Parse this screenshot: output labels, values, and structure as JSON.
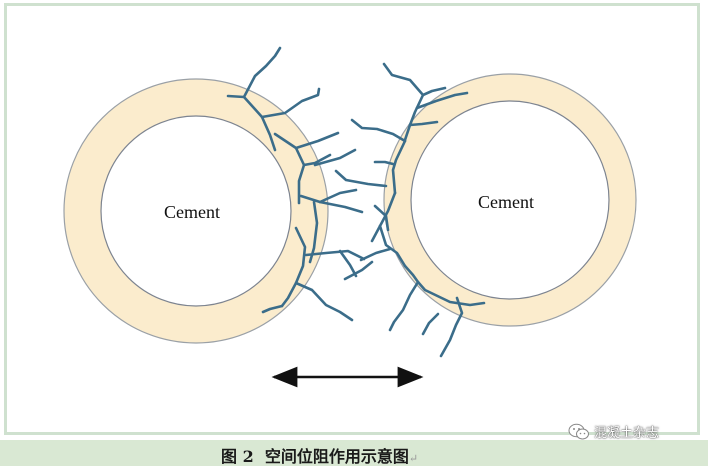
{
  "particles": [
    {
      "label": "Cement"
    },
    {
      "label": "Cement"
    }
  ],
  "colors": {
    "shell": "#fbeccd",
    "shell_edge": "#8a8f96",
    "core_edge": "#7d8490",
    "polymer": "#3b6d8a",
    "arrow": "#111111",
    "caption_bg": "#d9e8d3"
  },
  "arrow": {
    "type": "double-headed",
    "meaning": "separation distance"
  },
  "caption": {
    "figure": "图 2",
    "title": "空间位阻作用示意图",
    "return_mark": "↵"
  },
  "watermark": {
    "icon": "wechat-icon",
    "text": "混凝土杂志"
  }
}
